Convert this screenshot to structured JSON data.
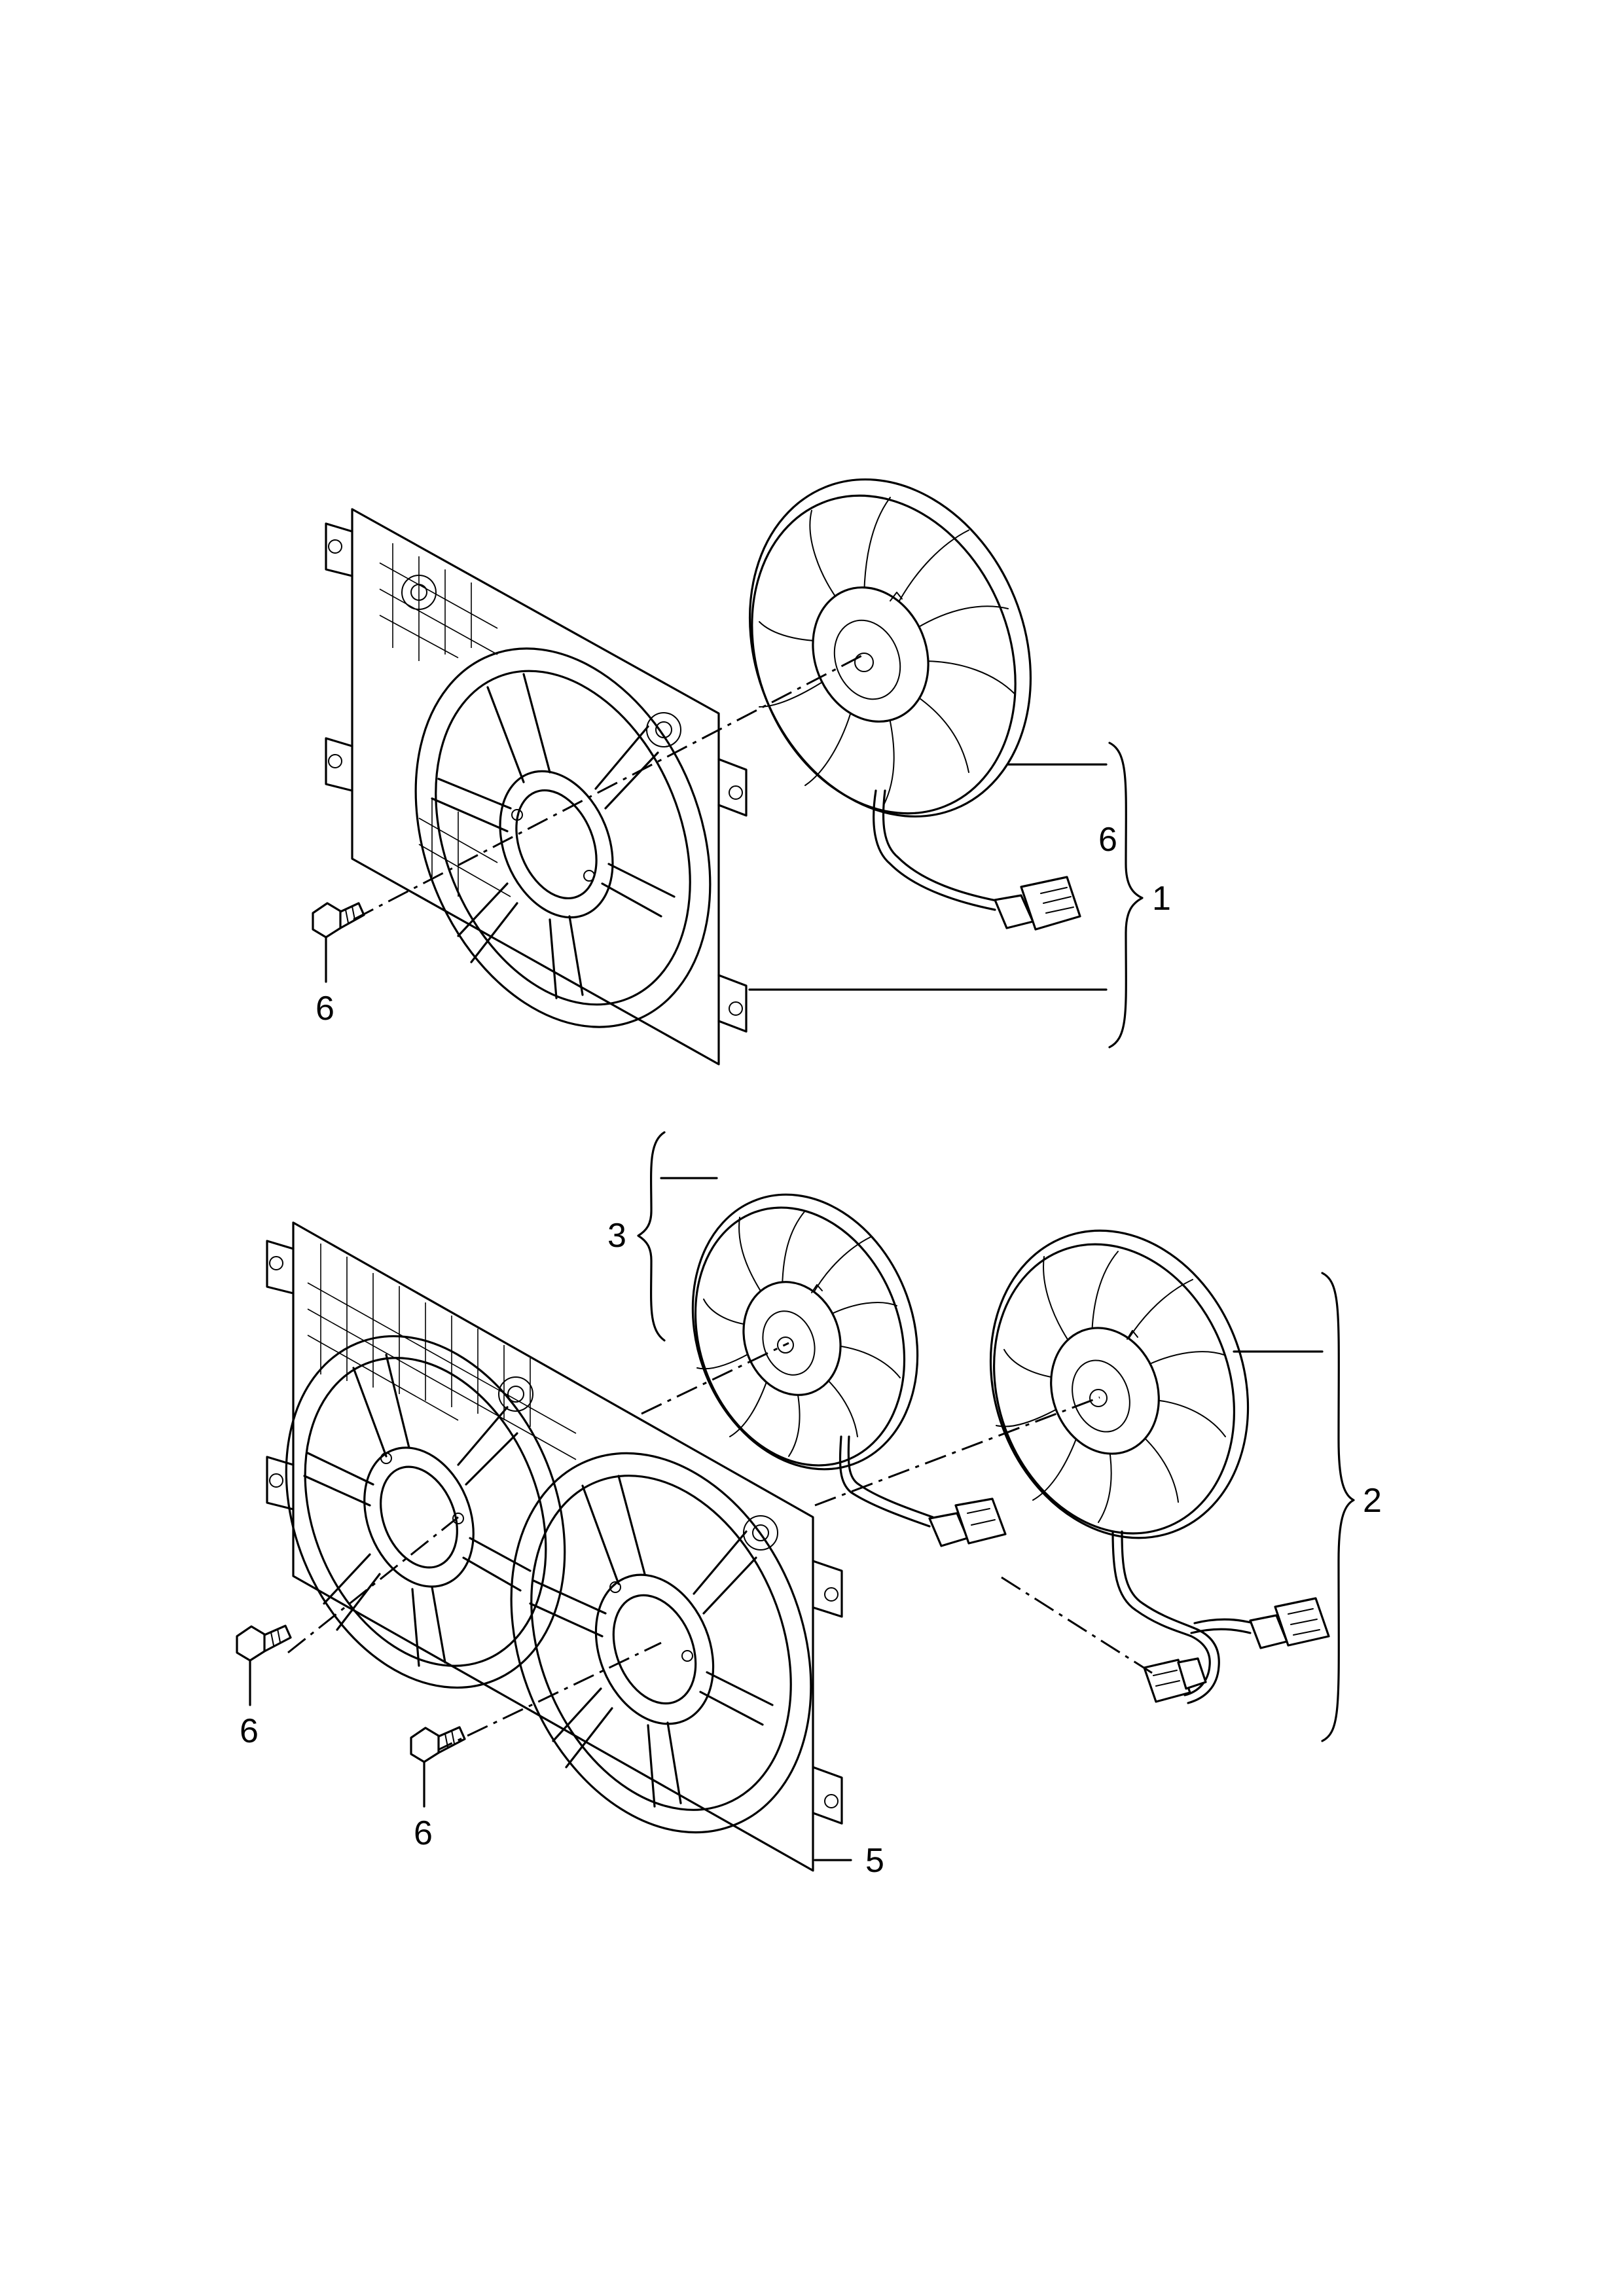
{
  "labels": {
    "kit_single_fan": "1",
    "kit_dual_fan": "2",
    "fan_left": "3",
    "shroud_dual": "5",
    "bolt": "6",
    "fan_single_sub": "6"
  }
}
